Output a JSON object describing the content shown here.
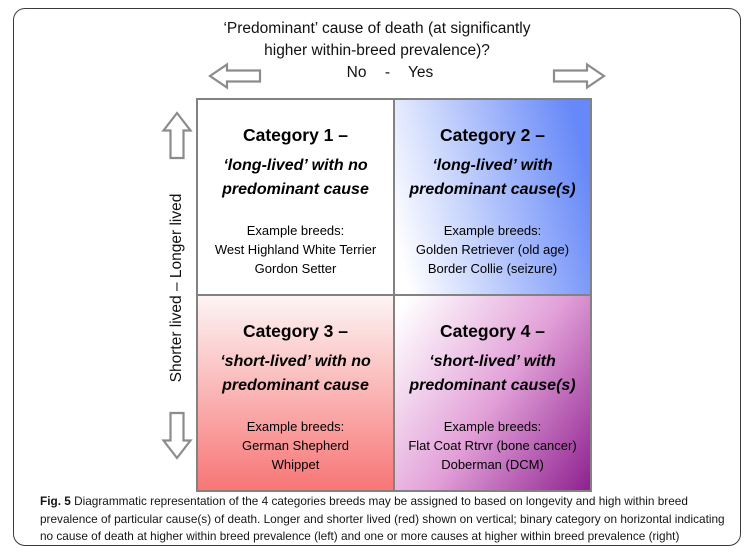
{
  "figure": {
    "title_line1": "‘Predominant’ cause of death (at significantly",
    "title_line2": "higher within-breed prevalence)?"
  },
  "horizontal_axis": {
    "no_label": "No",
    "separator": "-",
    "yes_label": "Yes"
  },
  "vertical_axis": {
    "label": "Shorter lived – Longer lived"
  },
  "quadrants": [
    {
      "heading": "Category 1 –",
      "subtitle": "‘long-lived’ with no predominant cause",
      "example_label": "Example breeds:",
      "breed1": "West Highland White Terrier",
      "breed2": "Gordon Setter"
    },
    {
      "heading": "Category 2 –",
      "subtitle": "‘long-lived’ with predominant cause(s)",
      "example_label": "Example breeds:",
      "breed1": "Golden Retriever (old age)",
      "breed2": "Border Collie (seizure)"
    },
    {
      "heading": "Category 3 –",
      "subtitle": "‘short-lived’ with no predominant cause",
      "example_label": "Example breeds:",
      "breed1": "German Shepherd",
      "breed2": "Whippet"
    },
    {
      "heading": "Category 4 –",
      "subtitle": "‘short-lived’ with predominant cause(s)",
      "example_label": "Example breeds:",
      "breed1": "Flat Coat Rtrvr (bone cancer)",
      "breed2": "Doberman (DCM)"
    }
  ],
  "caption": {
    "label": "Fig. 5",
    "text": "Diagrammatic representation of the 4 categories breeds may be assigned to based on longevity and high within breed prevalence of particular cause(s) of death. Longer and shorter lived (red) shown on vertical; binary category on horizontal indicating no cause of death at higher within breed prevalence (left) and one or more causes at higher within breed prevalence (right)"
  },
  "icons": {
    "horizontal_left": "block-arrow-left",
    "horizontal_right": "block-arrow-right",
    "vertical_up": "block-arrow-up",
    "vertical_down": "block-arrow-down"
  },
  "colors": {
    "blue_deep": "#6688f8",
    "red": "#f87676",
    "purple_deep": "#8e2190",
    "grid_border": "#828282",
    "arrow_outline": "#8c8c8c",
    "frame_border": "#3a3a3a"
  }
}
